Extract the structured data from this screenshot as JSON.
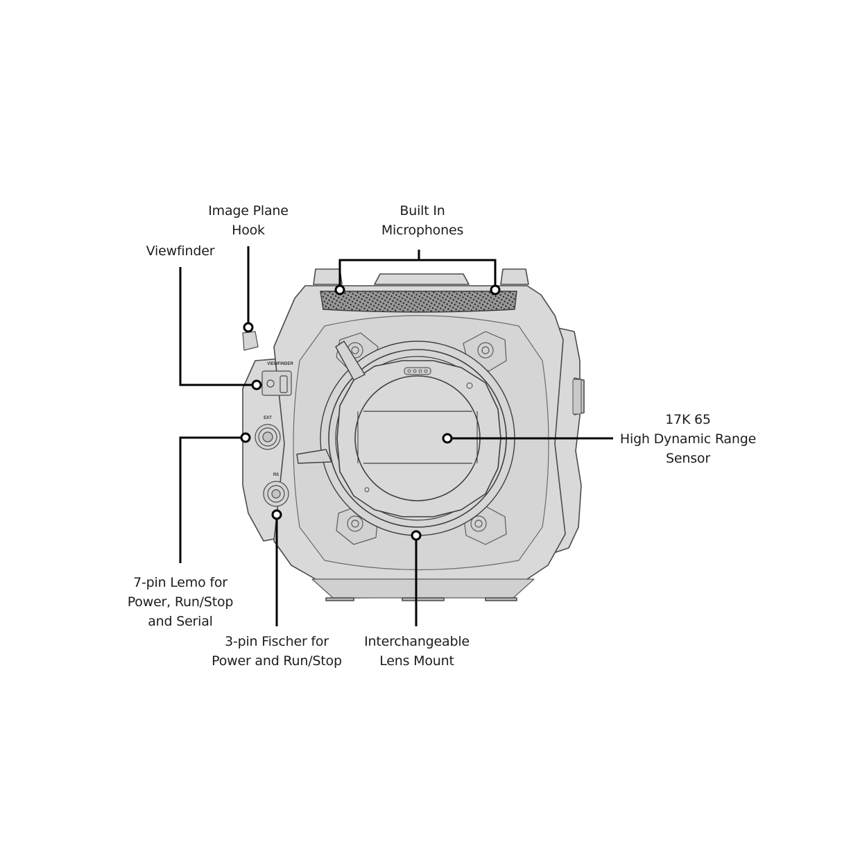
{
  "diagram": {
    "subject": "Cinema camera front view",
    "colors": {
      "background": "#ffffff",
      "body_fill": "#d9d9d9",
      "body_stroke": "#4a4a4a",
      "callout": "#000000",
      "text": "#1c1c1c"
    },
    "panel_labels": {
      "viewfinder": "VIEWFINDER",
      "ext": "EXT",
      "rs": "RS"
    },
    "callouts": [
      {
        "id": "image-plane-hook",
        "lines": [
          "Image Plane",
          "Hook"
        ]
      },
      {
        "id": "built-in-microphones",
        "lines": [
          "Built In",
          "Microphones"
        ]
      },
      {
        "id": "viewfinder",
        "lines": [
          "Viewfinder"
        ]
      },
      {
        "id": "sensor",
        "lines": [
          "17K 65",
          "High Dynamic Range",
          "Sensor"
        ]
      },
      {
        "id": "lemo-7pin",
        "lines": [
          "7-pin Lemo for",
          "Power, Run/Stop",
          "and Serial"
        ]
      },
      {
        "id": "fischer-3pin",
        "lines": [
          "3-pin Fischer for",
          "Power and Run/Stop"
        ]
      },
      {
        "id": "lens-mount",
        "lines": [
          "Interchangeable",
          "Lens Mount"
        ]
      }
    ]
  }
}
